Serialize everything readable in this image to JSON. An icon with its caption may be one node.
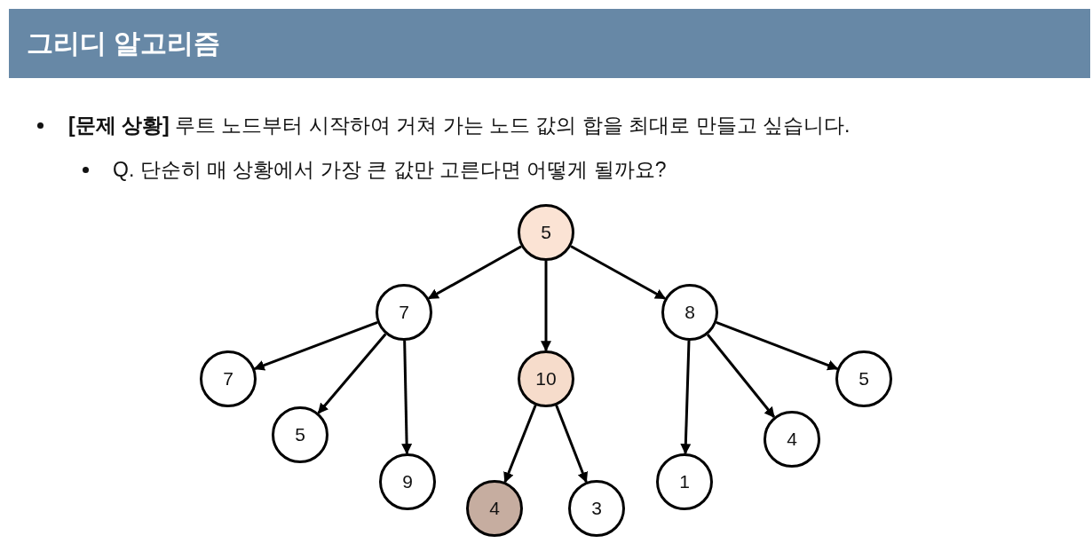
{
  "diagram": {
    "title": "그리디 알고리즘",
    "nodes": [
      {
        "text": [
          "5"
        ]
      },
      {
        "text": [
          "7"
        ]
      },
      {
        "text": [
          "8"
        ]
      },
      {
        "text": [
          "7"
        ]
      },
      {
        "text": [
          "10"
        ]
      },
      {
        "text": [
          "5"
        ]
      },
      {
        "text": [
          "5"
        ]
      },
      {
        "text": [
          "4"
        ]
      },
      {
        "text": [
          "9"
        ]
      },
      {
        "text": [
          "1"
        ]
      },
      {
        "text": [
          "4"
        ]
      },
      {
        "text": [
          "3"
        ]
      }
    ],
    "edges": [
      {
        "from": 0,
        "to": 1,
        "arrow": "to"
      },
      {
        "from": 0,
        "to": 4,
        "arrow": "to"
      },
      {
        "from": 0,
        "to": 2,
        "arrow": "to"
      },
      {
        "from": 1,
        "to": 3,
        "arrow": "to"
      },
      {
        "from": 1,
        "to": 6,
        "arrow": "to"
      },
      {
        "from": 1,
        "to": 8,
        "arrow": "to"
      },
      {
        "from": 4,
        "to": 10,
        "arrow": "to"
      },
      {
        "from": 4,
        "to": 11,
        "arrow": "to"
      },
      {
        "from": 2,
        "to": 9,
        "arrow": "to"
      },
      {
        "from": 2,
        "to": 7,
        "arrow": "to"
      },
      {
        "from": 2,
        "to": 5,
        "arrow": "to"
      }
    ],
    "labels": [
      "**[문제 상황]** 루트 노드부터 시작하여 거쳐 가는 노드 값의 합을 최대로 만들고 싶습니다.",
      "Q. 단순히 매 상황에서 가장 큰 값만 고른다면 어떻게 될까요?"
    ]
  }
}
